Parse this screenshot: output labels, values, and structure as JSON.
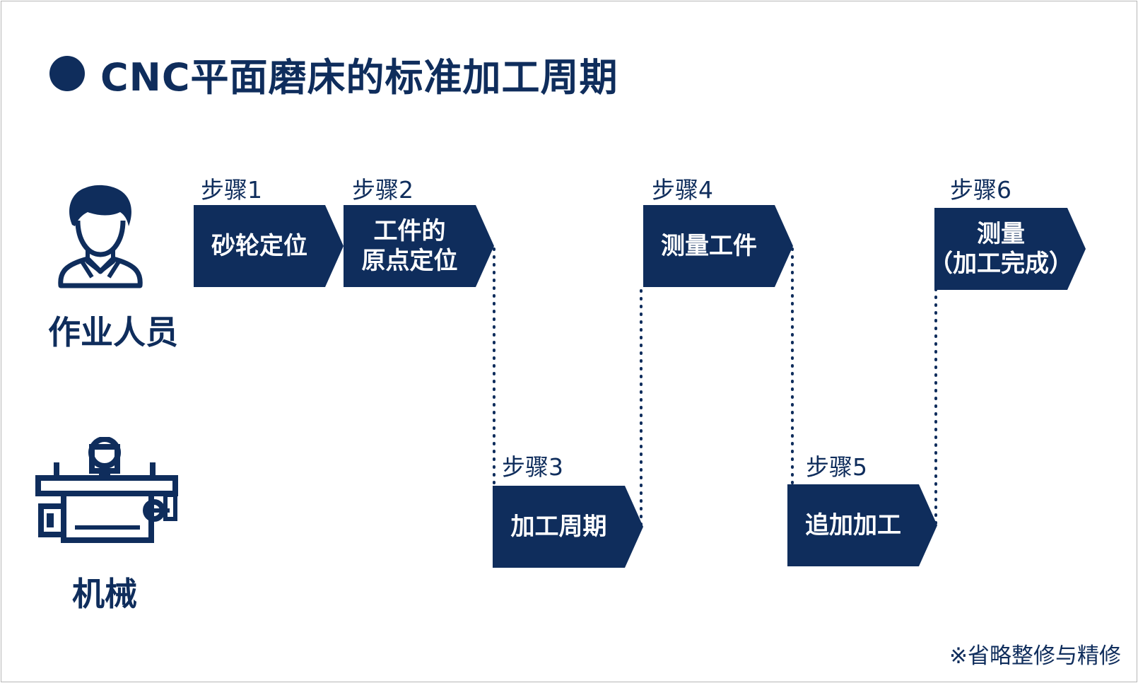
{
  "title": "CNC平面磨床的标准加工周期",
  "roles": {
    "operator": "作业人员",
    "machine": "机械"
  },
  "icons": {
    "operator": "person-icon",
    "machine": "grinding-machine-icon"
  },
  "steps": [
    {
      "label": "步骤1",
      "lines": [
        "砂轮定位"
      ],
      "lane": "作业人员"
    },
    {
      "label": "步骤2",
      "lines": [
        "工件的",
        "原点定位"
      ],
      "lane": "作业人员"
    },
    {
      "label": "步骤3",
      "lines": [
        "加工周期"
      ],
      "lane": "机械"
    },
    {
      "label": "步骤4",
      "lines": [
        "测量工件"
      ],
      "lane": "作业人员"
    },
    {
      "label": "步骤5",
      "lines": [
        "追加加工"
      ],
      "lane": "机械"
    },
    {
      "label": "步骤6",
      "lines": [
        "测量",
        "（加工完成）"
      ],
      "lane": "作业人员"
    }
  ],
  "footnote": "※省略整修与精修",
  "colors": {
    "primary": "#0f2d5c",
    "box_text": "#ffffff",
    "border": "#b7b7b7"
  }
}
